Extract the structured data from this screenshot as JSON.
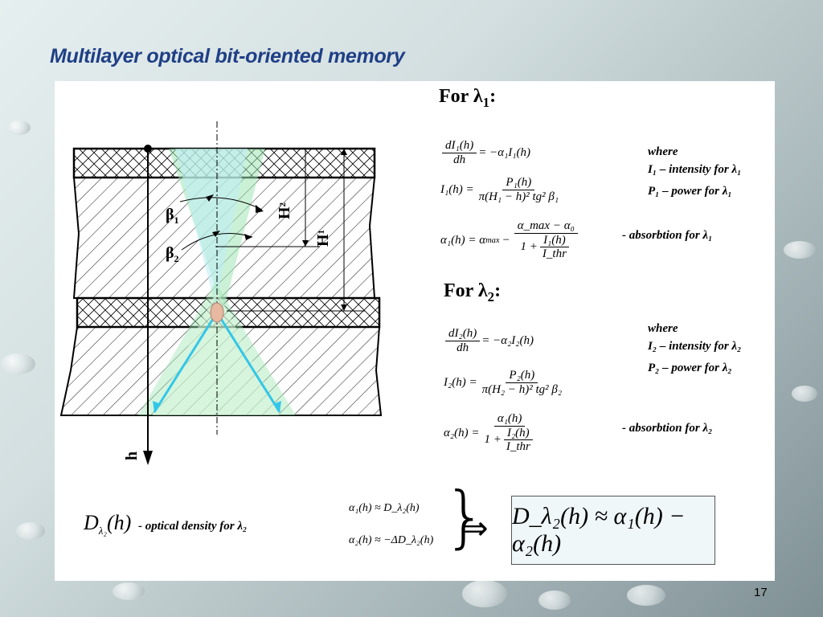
{
  "slide": {
    "title": "Multilayer optical bit-oriented memory",
    "page_number": "17"
  },
  "diagram": {
    "label_beta1": "β",
    "label_beta1_sub": "1",
    "label_beta2": "β",
    "label_beta2_sub": "2",
    "label_H2": "H",
    "label_H2_sub": "2",
    "label_H1": "H",
    "label_H1_sub": "1",
    "label_h": "h"
  },
  "lambda1": {
    "heading": "For λ",
    "heading_sub": "1",
    "heading_colon": ":",
    "eq1_lhs_num": "dI₁(h)",
    "eq1_lhs_den": "dh",
    "eq1_rhs": "= −α₁I₁(h)",
    "eq2_lhs": "I₁(h) =",
    "eq2_num": "P₁(h)",
    "eq2_den": "π(H₁ − h)² tg² β₁",
    "eq3_lhs": "α₁(h) = α",
    "eq3_lhs_sub": "max",
    "eq3_minus": "−",
    "eq3_num": "α_max − α₀",
    "eq3_den_num": "I₁(h)",
    "eq3_den_prefix": "1 +",
    "eq3_den_den": "I_thr",
    "where": "where",
    "where_line1": "I₁ – intensity for λ₁",
    "where_line2": "P₁ – power for λ₁",
    "absorption": "- absorbtion for λ₁"
  },
  "lambda2": {
    "heading": "For λ",
    "heading_sub": "2",
    "heading_colon": ":",
    "eq1_lhs_num": "dI₂(h)",
    "eq1_lhs_den": "dh",
    "eq1_rhs": "= −α₂I₂(h)",
    "eq2_lhs": "I₂(h) =",
    "eq2_num": "P₂(h)",
    "eq2_den": "π(H₂ − h)² tg² β₂",
    "eq3_lhs": "α₂(h) =",
    "eq3_num": "α₁(h)",
    "eq3_den_prefix": "1 +",
    "eq3_den_num": "I₂(h)",
    "eq3_den_den": "I_thr",
    "where": "where",
    "where_line1": "I₂ – intensity for λ₂",
    "where_line2": "P₂ – power for λ₂",
    "absorption": "- absorbtion for λ₂"
  },
  "bottom": {
    "density_symbol": "D",
    "density_sub": "λ₂",
    "density_arg": "(h)",
    "density_desc": "- optical density for λ₂",
    "approx1": "α₁(h) ≈ D_λ₂(h)",
    "approx2": "α₂(h) ≈ −ΔD_λ₂(h)",
    "brace": "}",
    "implies": "⇒",
    "result": "D_λ₂(h) ≈ α₁(h) − α₂(h)"
  },
  "colors": {
    "title": "#1f3f86",
    "beam_blue": "#33c6e8",
    "cone_green": "#9fe6b4",
    "cone_cyan": "#bfeff5",
    "spot": "#e8b9a0"
  }
}
